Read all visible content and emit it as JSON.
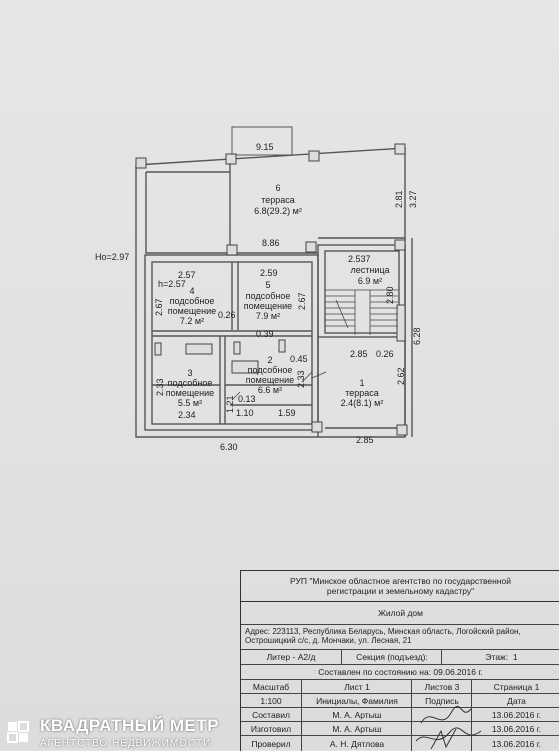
{
  "plan": {
    "dims": {
      "top_width": "9.15",
      "height_left": "Ho=2.97",
      "terrace_right_h": "2.81",
      "outer_right_h": "3.27",
      "mid_width": "8.86",
      "room4_w_top": "2.57",
      "room4_height": "h=2.57",
      "room4_side": "2.67",
      "room5_w": "2.59",
      "room5_side": "2.67",
      "stair_w": "2.537",
      "stair_side": "2.80",
      "dim_026a": "0.26",
      "dim_039": "0.39",
      "dim_045": "0.45",
      "room3_side": "2.33",
      "room3_w": "2.34",
      "dim_121": "1.21",
      "dim_013": "0.13",
      "dim_110": "1.10",
      "dim_159": "1.59",
      "room2_side": "2.33",
      "stair_bottom": "2.85",
      "dim_026b": "0.26",
      "outer_right_total": "6.28",
      "terrace1_side": "2.62",
      "bottom_left": "6.30",
      "bottom_right": "2.85"
    },
    "rooms": [
      {
        "num": "6",
        "name": "терраса",
        "area": "6.8(29.2) м²"
      },
      {
        "num": "5",
        "name": "подсобное помещение",
        "name1": "подсобное",
        "name2": "помещение",
        "area": "7.9 м²"
      },
      {
        "num": "4",
        "name1": "подсобное",
        "name2": "помещение",
        "area": "7.2 м²"
      },
      {
        "num": "3",
        "name1": "подсобное",
        "name2": "помещение",
        "area": "5.5 м²"
      },
      {
        "num": "2",
        "name1": "подсобное",
        "name2": "помещение",
        "area": "6.6 м²"
      },
      {
        "num": "",
        "name": "лестница",
        "area": "6.9 м²"
      },
      {
        "num": "1",
        "name": "терраса",
        "area": "2.4(8.1) м²"
      }
    ]
  },
  "stamp": {
    "org_line1": "РУП \"Минское областное агентство по государственной",
    "org_line2": "регистрации и земельному кадастру\"",
    "object": "Жилой дом",
    "address_line1": "Адрес: 223113, Республика Беларусь, Минская область, Логойский район,",
    "address_line2": "Острошицкий с/с, д. Мончаки, ул. Лесная, 21",
    "litera": "Литер - А2/д",
    "section": "Секция (подъезд):",
    "floor_label": "Этаж:",
    "floor_value": "1",
    "state_date": "Составлен по состоянию на: 09.06.2016 г.",
    "scale_label": "Масштаб",
    "scale_value": "1:100",
    "sheet_label": "Лист",
    "sheet_value": "1",
    "sheets_label": "Листов",
    "sheets_value": "3",
    "page_label": "Страница",
    "page_value": "1",
    "initials_label": "Инициалы, Фамилия",
    "signature_label": "Подпись",
    "date_label": "Дата",
    "rows": [
      {
        "role": "Составил",
        "name": "М. А. Артыш",
        "date": "13.06.2016 г."
      },
      {
        "role": "Изготовил",
        "name": "М. А. Артыш",
        "date": "13.06.2016 г."
      },
      {
        "role": "Проверил",
        "name": "А. Н. Дятлова",
        "date": "13.06.2016 г."
      }
    ]
  },
  "watermark": {
    "title": "КВАДРАТНЫЙ МЕТР",
    "subtitle": "АГЕНТСТВО НЕДВИЖИМОСТИ"
  }
}
